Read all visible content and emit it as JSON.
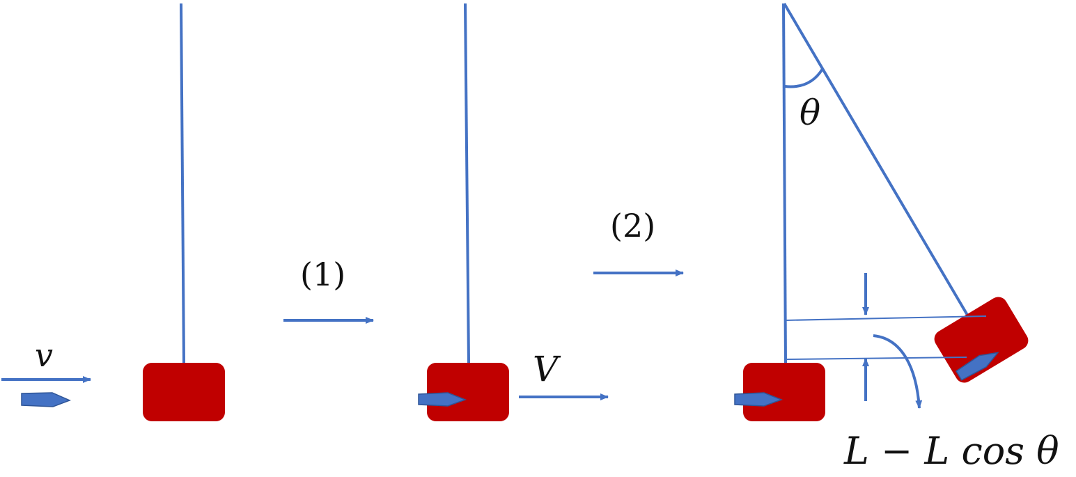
{
  "labels": {
    "bullet_velocity": "v",
    "step_one": "(1)",
    "block_velocity": "V",
    "step_two": "(2)",
    "angle": "θ",
    "height_expression": "L − L cos θ"
  },
  "colors": {
    "line": "#4472c4",
    "block": "#c00000",
    "bullet": "#4472c4",
    "bullet_outline": "#2f5597",
    "text": "#111111"
  }
}
